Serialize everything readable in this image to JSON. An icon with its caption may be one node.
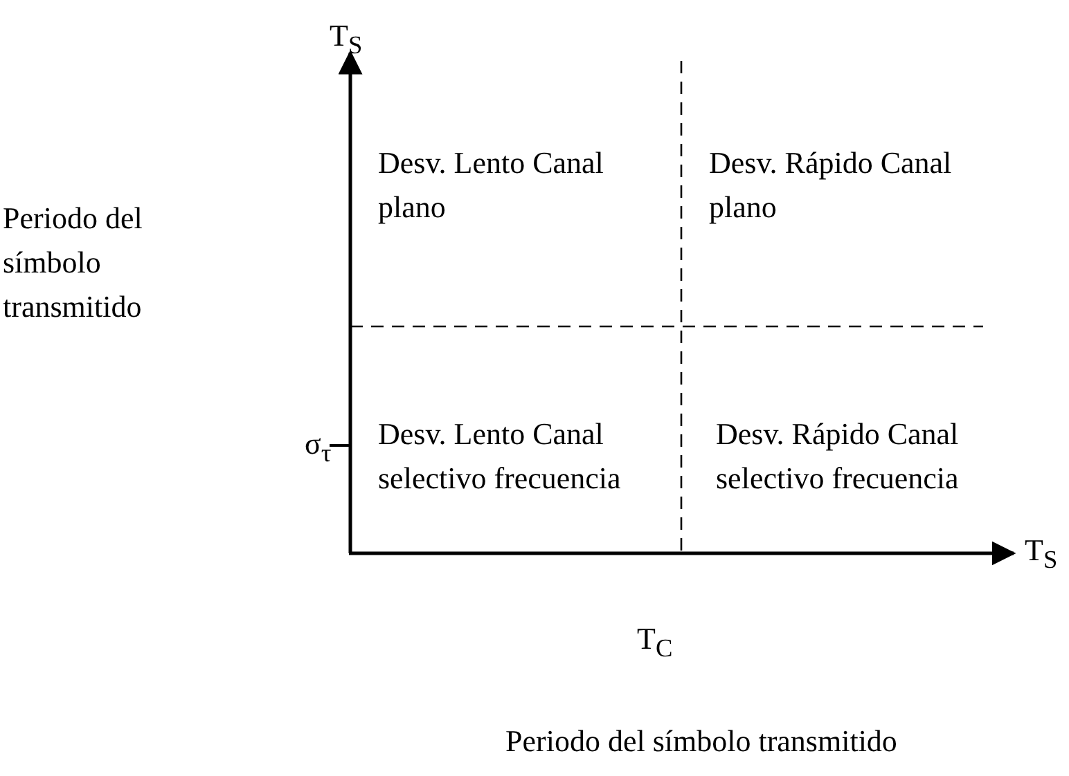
{
  "diagram": {
    "labels": [
      "T$_{S}$",
      "Desv. Lento Canal plano",
      "Desv. Rápido Canal plano",
      "Periodo del símbolo transmitido",
      "σ$_{τ}$",
      "Desv. Lento Canal selectivo frecuencia",
      "Desv. Rápido Canal selectivo frecuencia",
      "T$_{S}$",
      "T$_{C}$",
      "Periodo del símbolo transmitido"
    ]
  }
}
